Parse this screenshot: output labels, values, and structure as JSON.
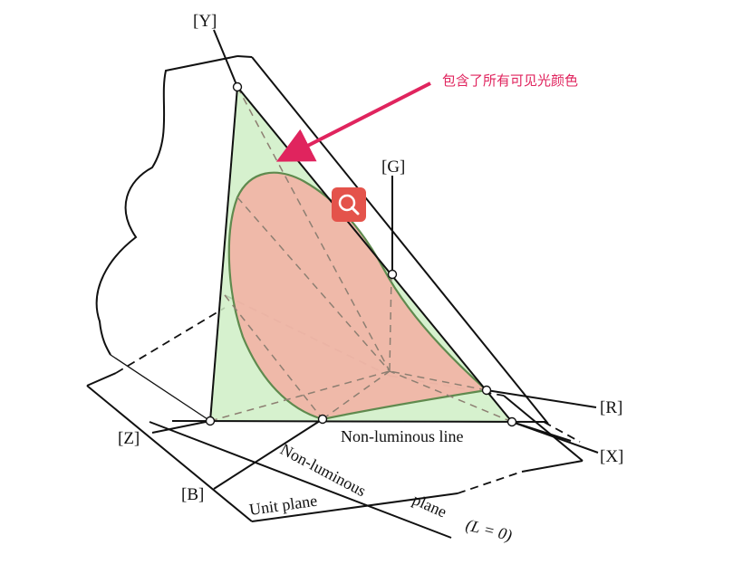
{
  "labels": {
    "y_axis": "[Y]",
    "g_axis": "[G]",
    "r_axis": "[R]",
    "x_axis": "[X]",
    "z_axis": "[Z]",
    "b_axis": "[B]",
    "non_luminous_line": "Non-luminous line",
    "non_luminous_plane_1": "Non-luminous",
    "non_luminous_plane_2": "plane",
    "non_luminous_plane_3": "(L = 0)",
    "unit_plane": "Unit plane"
  },
  "annotation": {
    "text": "包含了所有可见光颜色",
    "color": "#e0245e"
  },
  "colors": {
    "triangle_fill": "#cfeec6",
    "triangle_stroke": "#4d8a42",
    "locus_fill": "#f2b1a4",
    "locus_stroke": "#5f8a4e",
    "search_button": "#e4534b"
  },
  "icons": {
    "search": "magnifier-icon"
  }
}
